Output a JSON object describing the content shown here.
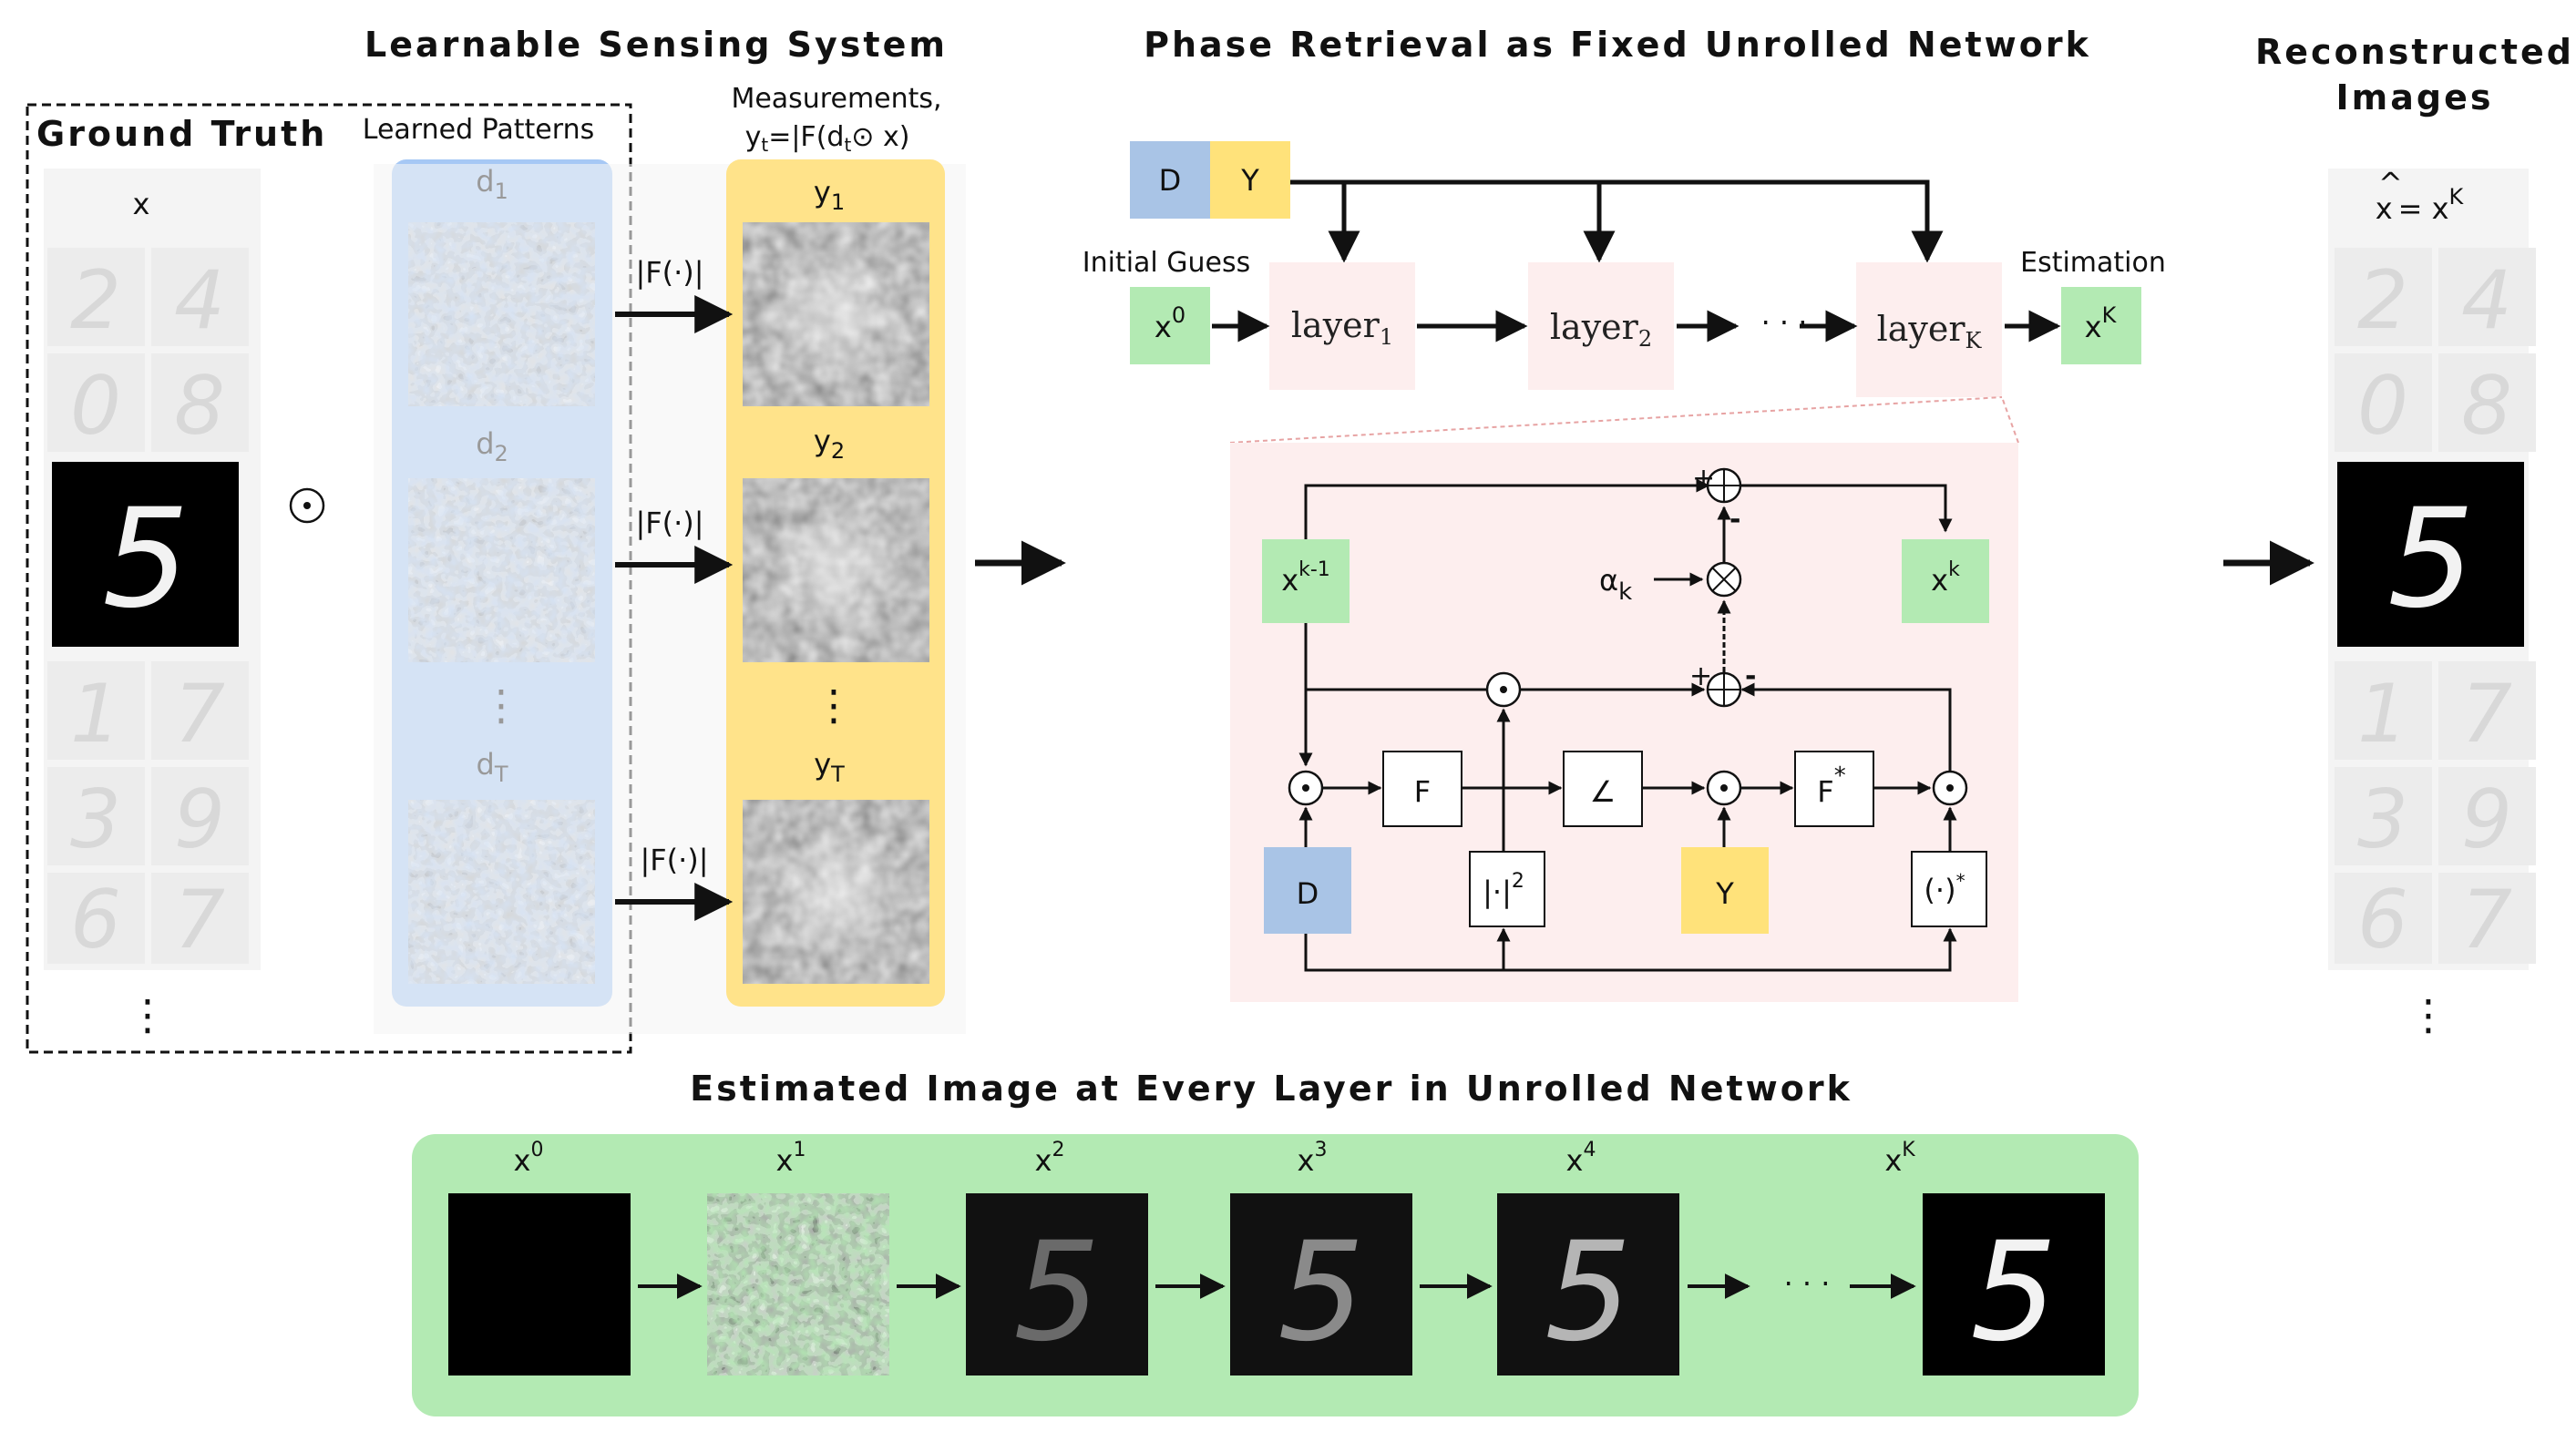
{
  "sections": {
    "sensing": "Learnable Sensing System",
    "phase": "Phase Retrieval as Fixed Unrolled Network",
    "reconstructed": "Reconstructed",
    "reconstructed2": "Images",
    "estimated": "Estimated Image at Every Layer in Unrolled Network"
  },
  "ground_truth": {
    "title": "Ground Truth",
    "var": "x",
    "digits": [
      "2",
      "4",
      "0",
      "8",
      "5",
      "1",
      "7",
      "3",
      "9",
      "6",
      "7"
    ],
    "ellipsis": "⋮"
  },
  "hadamard_symbol": "⊙",
  "patterns": {
    "title": "Learned Patterns",
    "labels": [
      "d",
      "d",
      "d"
    ],
    "subs": [
      "1",
      "2",
      "T"
    ],
    "ellipsis": "⋮"
  },
  "measurements": {
    "title": "Measurements,",
    "formula_a": "y",
    "formula_b": "t",
    "formula_c": "=|F(d",
    "formula_d": "t",
    "formula_e": "⊙ x)",
    "labels": [
      "y",
      "y",
      "y"
    ],
    "subs": [
      "1",
      "2",
      "T"
    ],
    "ellipsis": "⋮",
    "operator": "|F(·)|"
  },
  "unrolled": {
    "D": "D",
    "Y": "Y",
    "initial_guess": "Initial Guess",
    "estimation": "Estimation",
    "x0": "x",
    "x0_sup": "0",
    "layer": "layer",
    "layer_subs": [
      "1",
      "2",
      "K"
    ],
    "dots": "· · ·",
    "xK": "x",
    "xK_sup": "K"
  },
  "layer_detail": {
    "xk1": "x",
    "xk1_sup": "k-1",
    "xk": "x",
    "xk_sup": "k",
    "alpha": "α",
    "alpha_sub": "k",
    "F": "F",
    "angle": "∠",
    "Fstar": "F",
    "Fstar_sup": "*",
    "D": "D",
    "Y": "Y",
    "abs2": "|·|",
    "abs2_sup": "2",
    "conj": "(·)",
    "conj_sup": "*",
    "plus": "+",
    "minus": "-"
  },
  "reconstructed": {
    "formula_a": "x",
    "formula_b": "= x",
    "formula_sup": "K",
    "hat": "^",
    "digits": [
      "2",
      "4",
      "0",
      "8",
      "5",
      "1",
      "7",
      "3",
      "9",
      "6",
      "7"
    ],
    "ellipsis": "⋮"
  },
  "estimates": {
    "labels": [
      "x",
      "x",
      "x",
      "x",
      "x",
      "x"
    ],
    "sups": [
      "0",
      "1",
      "2",
      "3",
      "4",
      "K"
    ],
    "dots": "· · ·"
  },
  "colors": {
    "blue": "#a6c8f5",
    "yellow": "#ffe38a",
    "green": "#b3eab3",
    "pink": "#fdeeee",
    "node_blue": "#a9c4e6",
    "node_yellow": "#ffe27a",
    "node_green": "#b3eab3"
  }
}
